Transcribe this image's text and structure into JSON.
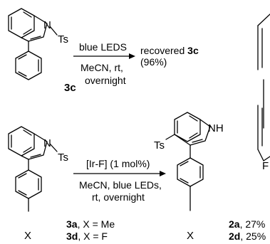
{
  "reaction_1": {
    "atom_N": "N",
    "atom_Ts": "Ts",
    "compound_label": "3c",
    "conditions_above": "blue LEDS",
    "conditions_below_1": "MeCN, rt,",
    "conditions_below_2": "overnight",
    "outcome_prefix": "recovered ",
    "outcome_compound": "3c",
    "outcome_yield": "(96%)"
  },
  "reaction_2": {
    "reactant": {
      "atom_N": "N",
      "atom_Ts": "Ts",
      "atom_X": "X",
      "label_a_id": "3a",
      "label_a_text": ", X = Me",
      "label_d_id": "3d",
      "label_d_text": ", X = F"
    },
    "conditions_above": "[Ir-F] (1 mol%)",
    "conditions_below_1": "MeCN, blue LEDs,",
    "conditions_below_2": "rt, overnight",
    "product": {
      "atom_NH": "NH",
      "atom_Ts": "Ts",
      "atom_X": "X",
      "label_a_id": "2a",
      "label_a_text": ", 27%",
      "label_d_id": "2d",
      "label_d_text": ", 25%"
    }
  },
  "edge_fragment": {
    "atom_F": "F"
  }
}
